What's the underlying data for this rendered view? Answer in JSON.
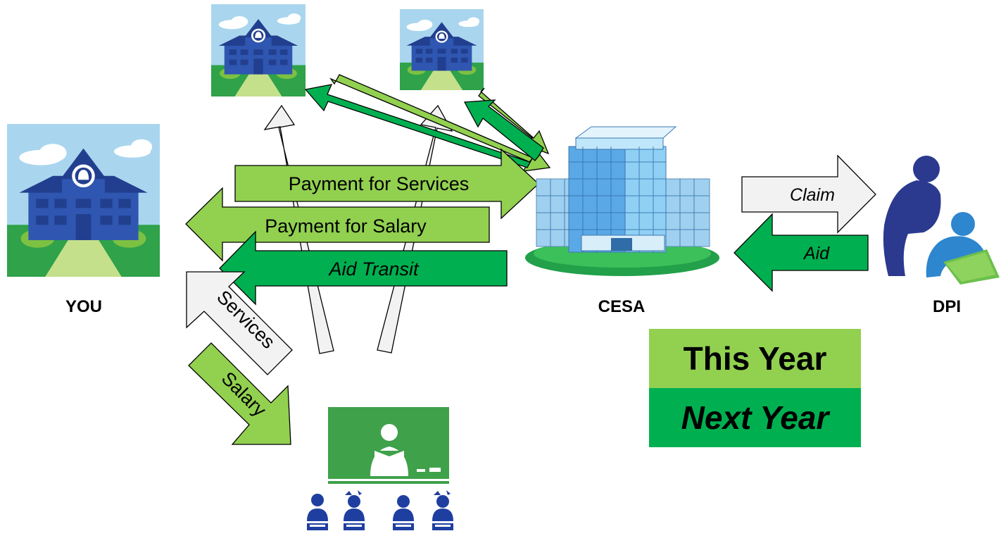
{
  "nodes": {
    "you": "YOU",
    "cesa": "CESA",
    "dpi": "DPI"
  },
  "flows": {
    "payment_services": "Payment for Services",
    "payment_salary": "Payment for Salary",
    "aid_transit": "Aid Transit",
    "services": "Services",
    "salary": "Salary",
    "claim": "Claim",
    "aid": "Aid"
  },
  "legend": {
    "this_year": "This Year",
    "next_year": "Next Year"
  },
  "colors": {
    "this_year": "#92d050",
    "next_year": "#00b050",
    "neutral": "#f2f2f2"
  },
  "icons": {
    "you": "school-icon",
    "district_a": "school-icon",
    "district_b": "school-icon",
    "cesa": "office-building-icon",
    "dpi": "teacher-student-icon",
    "classroom": "classroom-icon"
  }
}
